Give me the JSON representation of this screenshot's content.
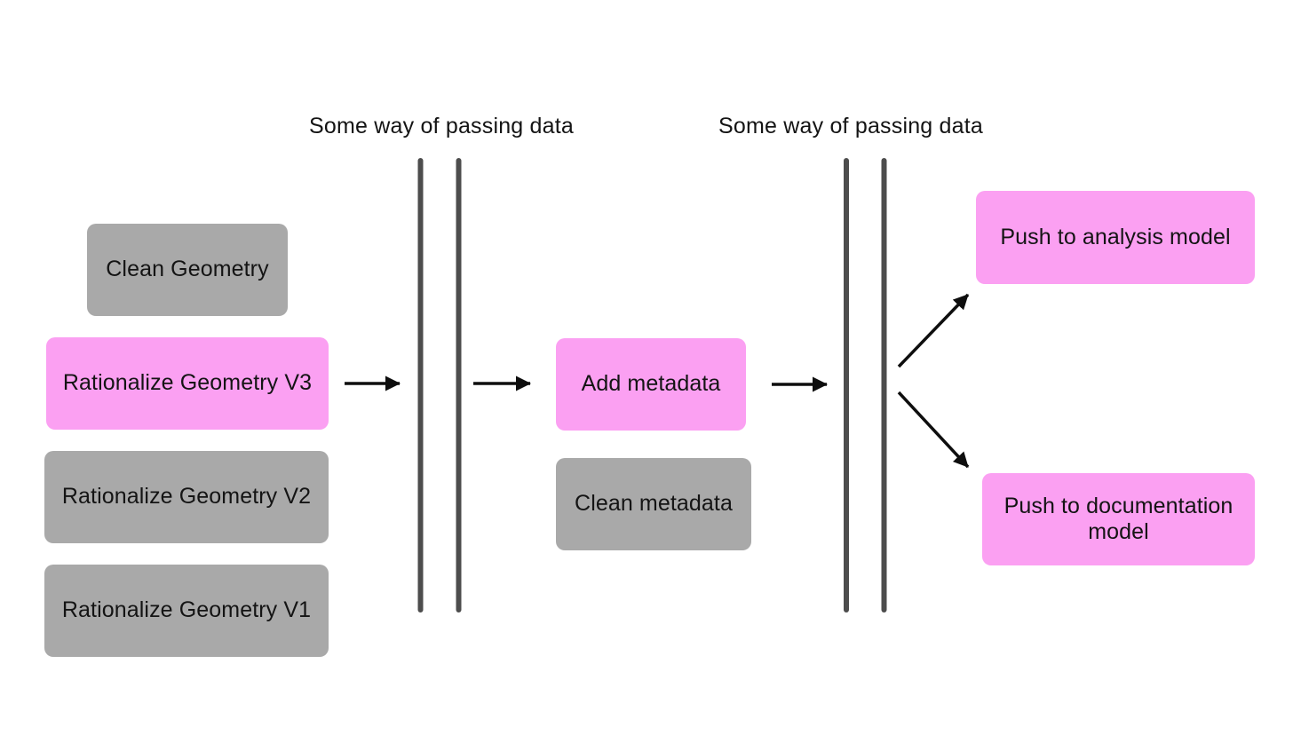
{
  "diagram": {
    "barriers": [
      {
        "label": "Some way of passing data"
      },
      {
        "label": "Some way of passing data"
      }
    ],
    "stages": {
      "geometry": [
        {
          "label": "Clean Geometry",
          "variant": "gray"
        },
        {
          "label": "Rationalize Geometry V3",
          "variant": "pink"
        },
        {
          "label": "Rationalize Geometry V2",
          "variant": "gray"
        },
        {
          "label": "Rationalize Geometry V1",
          "variant": "gray"
        }
      ],
      "metadata": [
        {
          "label": "Add metadata",
          "variant": "pink"
        },
        {
          "label": "Clean metadata",
          "variant": "gray"
        }
      ],
      "push": [
        {
          "label": "Push to analysis model",
          "variant": "pink"
        },
        {
          "label": "Push to documentation model",
          "variant": "pink"
        }
      ]
    }
  },
  "colors": {
    "active-pink": "#FBA0F2",
    "inactive-gray": "#A9A9A9",
    "barrier-line": "#4D4D4D",
    "arrow": "#0E0E0E",
    "text": "#141414",
    "background": "#FFFFFF"
  }
}
